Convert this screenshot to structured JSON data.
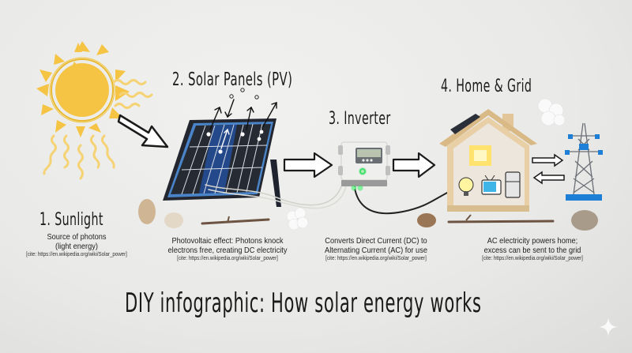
{
  "title": "DIY infographic: How solar energy works",
  "steps": [
    {
      "number": "1.",
      "heading": "1. Sunlight",
      "lines": [
        "Source of photons",
        "(light energy)"
      ],
      "cite": "[cite: https://en.wikipedia.org/wiki/Solar_power]",
      "icon": "sun-icon"
    },
    {
      "number": "2.",
      "heading": "2. Solar Panels (PV)",
      "lines": [
        "Photovoltaic effect: Photons knock",
        "electrons free, creating DC electricity"
      ],
      "cite": "[cite: https://en.wikipedia.org/wiki/Solar_power]",
      "icon": "solar-panel-icon"
    },
    {
      "number": "3.",
      "heading": "3. Inverter",
      "lines": [
        "Converts Direct Current (DC) to",
        "Alternating Current (AC) for use"
      ],
      "cite": "[cite: https://en.wikipedia.org/wiki/Solar_power]",
      "icon": "inverter-icon"
    },
    {
      "number": "4.",
      "heading": "4. Home & Grid",
      "lines": [
        "AC electricity powers home;",
        "excess can be sent to the grid"
      ],
      "cite": "[cite: https://en.wikipedia.org/wiki/Solar_power]",
      "icon": "house-icon"
    }
  ],
  "colors": {
    "background": "#ebebe9",
    "sun": "#f6c445",
    "sun_ray": "#f5d374",
    "panel_frame": "#4a84c8",
    "panel_cell": "#262a33",
    "panel_highlight": "#24498a",
    "inverter_body": "#eeeeee",
    "inverter_base": "#9a9a9a",
    "led_green": "#2ee05a",
    "house_wood": "#e8cfa6",
    "house_light": "#ffe36e",
    "tower_blue": "#1e7fd6",
    "text": "#1d1d1d"
  },
  "decor": {
    "watermark_icon": "sparkle-icon"
  }
}
